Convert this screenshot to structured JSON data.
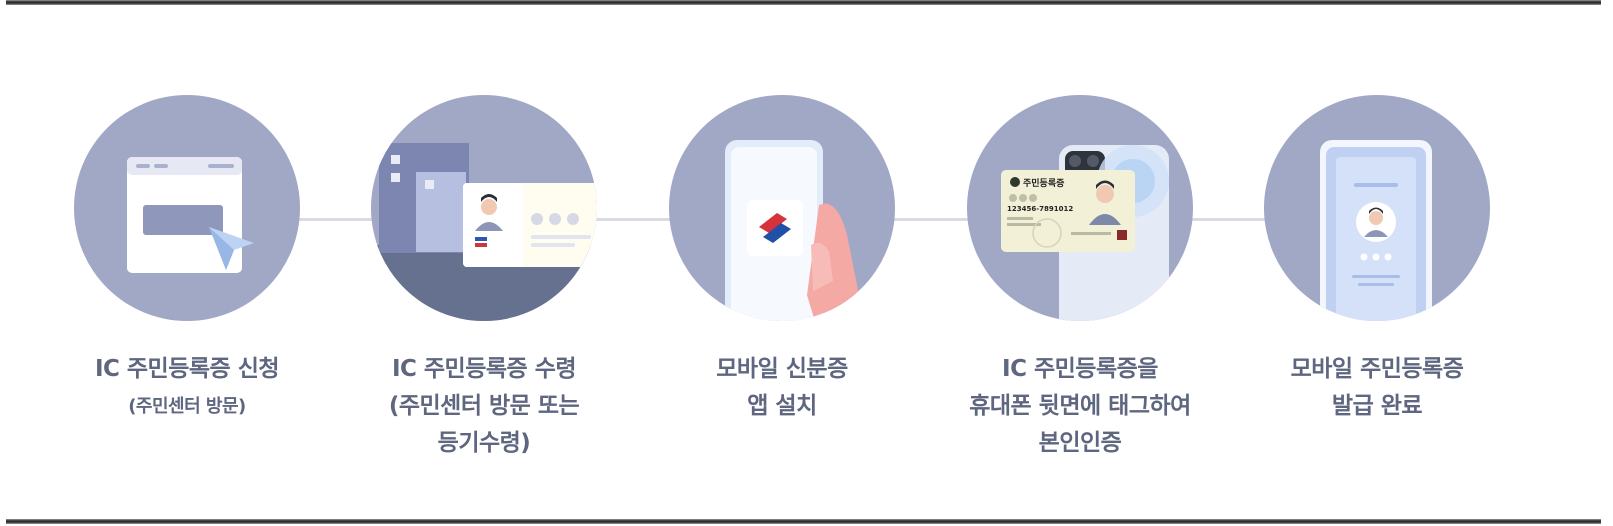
{
  "steps": [
    {
      "id": "apply",
      "lines": [
        "IC 주민등록증 신청"
      ],
      "sub": "(주민센터 방문)",
      "icon": "browser-window-icon"
    },
    {
      "id": "receive",
      "lines": [
        "IC 주민등록증 수령",
        "(주민센터 방문 또는",
        "등기수령)"
      ],
      "icon": "id-card-building-icon"
    },
    {
      "id": "install",
      "lines": [
        "모바일 신분증",
        "앱 설치"
      ],
      "icon": "phone-app-icon"
    },
    {
      "id": "verify",
      "lines": [
        "IC 주민등록증을",
        "휴대폰 뒷면에 태그하여",
        "본인인증"
      ],
      "icon": "nfc-tag-icon"
    },
    {
      "id": "done",
      "lines": [
        "모바일 주민등록증",
        "발급 완료"
      ],
      "icon": "mobile-id-complete-icon"
    }
  ],
  "card": {
    "title": "주민등록증",
    "number": "123456-7891012"
  },
  "colors": {
    "circle": "#a0a8c6",
    "label": "#5e6680",
    "connector": "#d9dbe3"
  }
}
